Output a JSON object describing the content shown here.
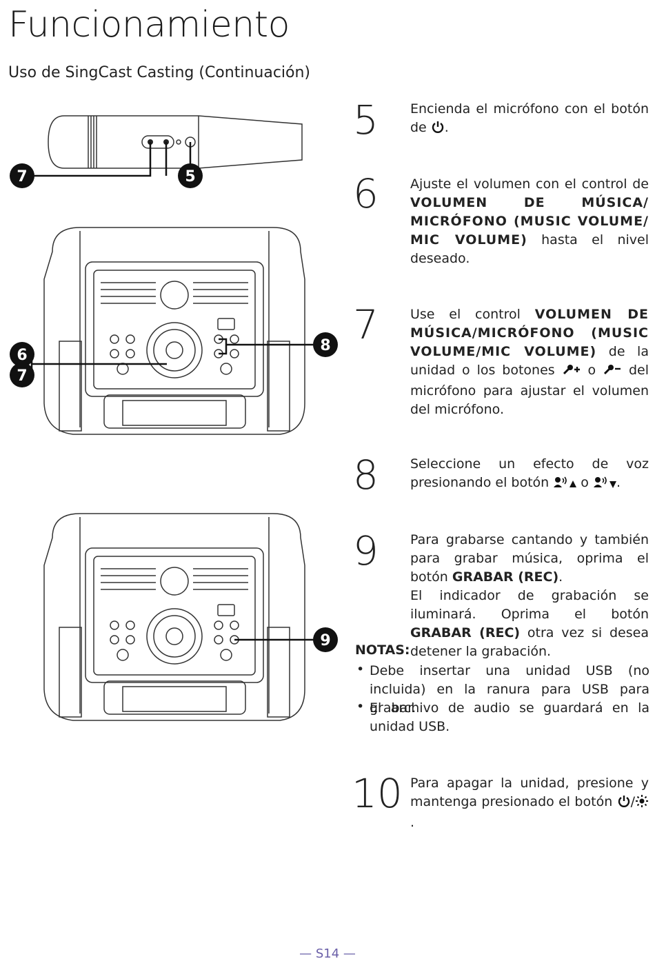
{
  "header": {
    "title": "Funcionamiento",
    "subtitle": "Uso de SingCast Casting (Continuación)"
  },
  "callouts": {
    "mic_left": "7",
    "mic_right": "5",
    "unit1_left_a": "6",
    "unit1_left_b": "7",
    "unit1_right": "8",
    "unit2_right": "9"
  },
  "steps": [
    {
      "num": "5",
      "text_a": "Encienda el micrófono con el botón de ",
      "icon": "power-icon",
      "text_b": "."
    },
    {
      "num": "6",
      "text_a": "Ajuste el volumen con el control de ",
      "bold": "VOLUMEN DE MÚSICA/ MICRÓFONO (MUSIC VOLUME/ MIC VOLUME)",
      "text_b": " hasta el nivel deseado."
    },
    {
      "num": "7",
      "text_a": "Use el control ",
      "bold": "VOLUMEN DE MÚSICA/MICRÓFONO (MUSIC VOLUME/MIC VOLUME)",
      "text_b": " de la unidad o los botones ",
      "or": " o ",
      "text_c": " del micrófono para ajustar el volumen del micrófono."
    },
    {
      "num": "8",
      "text_a": "Seleccione un efecto de voz presionando el botón ",
      "or": " o ",
      "text_b": "."
    },
    {
      "num": "9",
      "text_a": "Para grabarse cantando y también para grabar música, oprima el botón ",
      "bold": "GRABAR (REC)",
      "text_b": ".",
      "text_c": "El indicador de grabación se iluminará. Oprima el botón ",
      "bold2": "GRABAR (REC)",
      "text_d": " otra vez si desea detener la grabación."
    },
    {
      "num": "10",
      "text_a": "Para apagar la unidad, presione y mantenga presionado el botón ",
      "text_b": "."
    }
  ],
  "notes": {
    "heading": "NOTAS:",
    "bullet": "•",
    "items": [
      "Debe insertar una unidad USB (no incluida) en la ranura para USB para grabar.",
      "El archivo de audio se guardará en la unidad USB."
    ]
  },
  "footer": {
    "page": "— S14 —"
  }
}
